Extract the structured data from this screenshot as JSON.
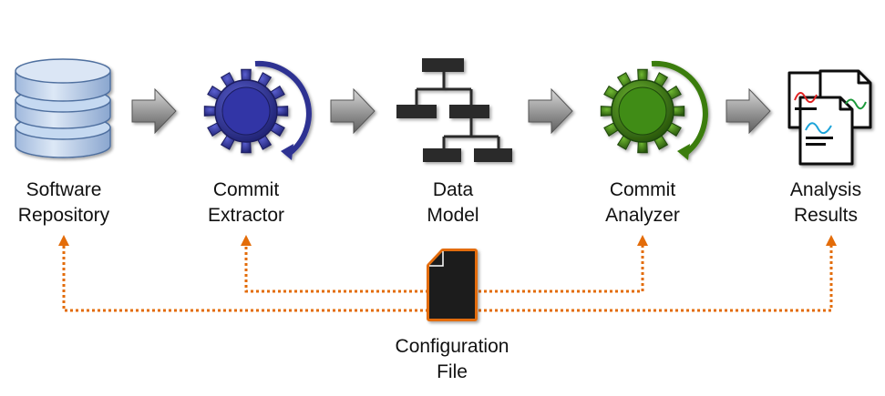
{
  "nodes": [
    {
      "id": "software-repository",
      "lines": [
        "Software",
        "Repository"
      ],
      "icon": "database-icon"
    },
    {
      "id": "commit-extractor",
      "lines": [
        "Commit",
        "Extractor"
      ],
      "icon": "gear-icon",
      "color": "#2e3192"
    },
    {
      "id": "data-model",
      "lines": [
        "Data",
        "Model"
      ],
      "icon": "hierarchy-icon"
    },
    {
      "id": "commit-analyzer",
      "lines": [
        "Commit",
        "Analyzer"
      ],
      "icon": "gear-icon",
      "color": "#3a7d0a"
    },
    {
      "id": "analysis-results",
      "lines": [
        "Analysis",
        "Results"
      ],
      "icon": "documents-icon"
    }
  ],
  "config": {
    "lines": [
      "Configuration",
      "File"
    ],
    "icon": "file-icon",
    "line_color": "#e36c09"
  },
  "colors": {
    "arrow_fill": "#8a8a8a",
    "db_fill": "#c5d9f1",
    "db_stroke": "#4f6f9f",
    "dark_fill": "#2b2b2b"
  }
}
